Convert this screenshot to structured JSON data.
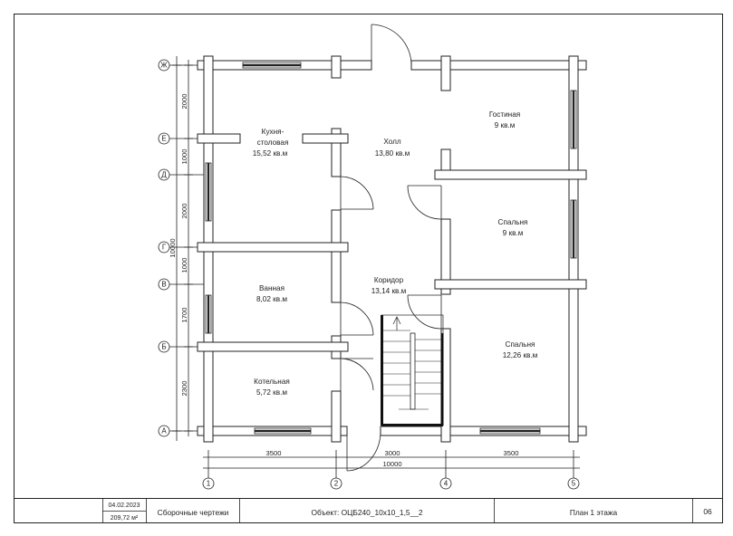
{
  "rooms": {
    "kitchen_l1": "Кухня-",
    "kitchen_l2": "столовая",
    "kitchen_area": "15,52 кв.м",
    "hall": "Холл",
    "hall_area": "13,80 кв.м",
    "living": "Гостиная",
    "living_area": "9 кв.м",
    "bedroom1": "Спальня",
    "bedroom1_area": "9 кв.м",
    "bathroom": "Ванная",
    "bathroom_area": "8,02 кв.м",
    "corridor": "Коридор",
    "corridor_area": "13,14 кв.м",
    "bedroom2": "Спальня",
    "bedroom2_area": "12,26 кв.м",
    "boiler": "Котельная",
    "boiler_area": "5,72 кв.м"
  },
  "axes": {
    "rows": [
      "Ж",
      "Е",
      "Д",
      "Г",
      "В",
      "Б",
      "А"
    ],
    "cols": [
      "1",
      "2",
      "4",
      "5"
    ]
  },
  "dims": {
    "left": [
      "2000",
      "1000",
      "2000",
      "1000",
      "1700",
      "2300"
    ],
    "left_total": "10000",
    "bottom": [
      "3500",
      "3000",
      "3500"
    ],
    "bottom_total": "10000"
  },
  "title_block": {
    "date": "04.02.2023",
    "area": "209,72 м²",
    "section": "Сборочные чертежи",
    "object": "Объект: ОЦБ240_10х10_1,5__2",
    "sheet_title": "План 1 этажа",
    "sheet_no": "06"
  }
}
